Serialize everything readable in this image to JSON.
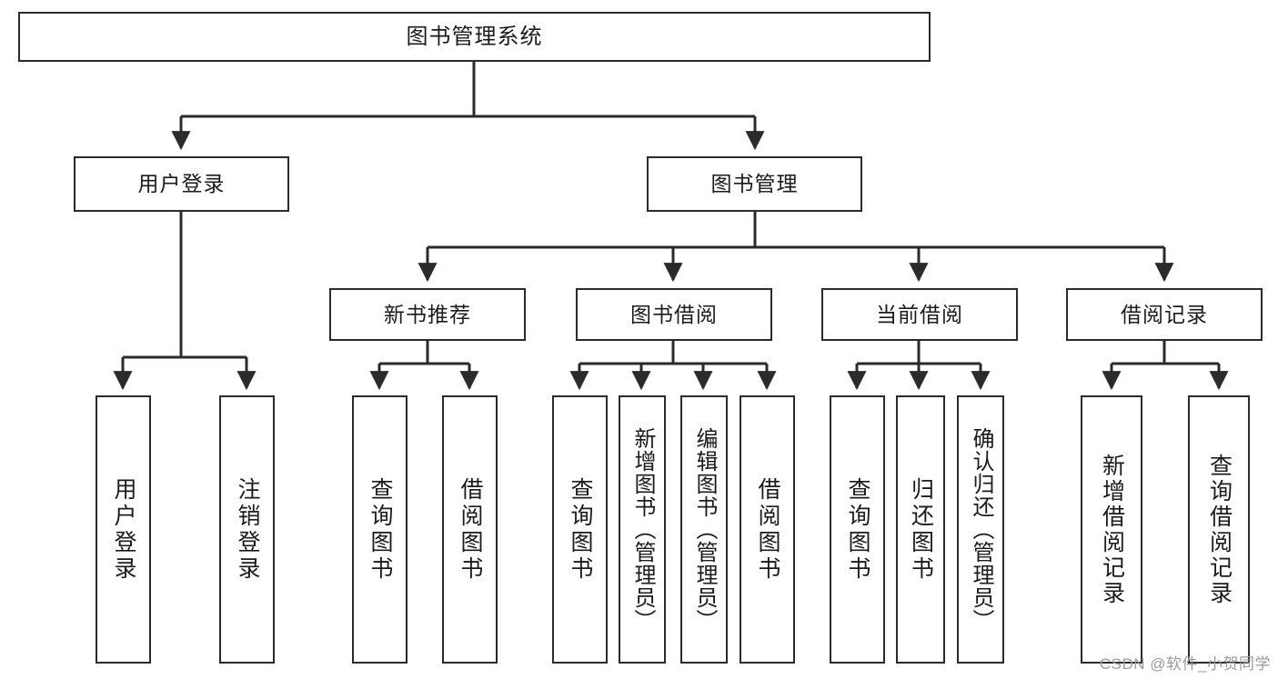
{
  "diagram": {
    "title": "图书管理系统",
    "type": "tree-hierarchy-chart",
    "stroke_color": "#2b2b2b",
    "fill_color": "#ffffff",
    "text_color": "#1b1b1b"
  },
  "nodes": {
    "root": {
      "label": "图书管理系统"
    },
    "level2": [
      {
        "label": "用户登录"
      },
      {
        "label": "图书管理"
      }
    ],
    "level3": [
      {
        "label": "新书推荐"
      },
      {
        "label": "图书借阅"
      },
      {
        "label": "当前借阅"
      },
      {
        "label": "借阅记录"
      }
    ],
    "leaves": {
      "user_login": [
        {
          "label": "用户登录"
        },
        {
          "label": "注销登录"
        }
      ],
      "new_book_recommend": [
        {
          "label": "查询图书"
        },
        {
          "label": "借阅图书"
        }
      ],
      "book_borrow": [
        {
          "label": "查询图书"
        },
        {
          "label": "新增图书（管理员）"
        },
        {
          "label": "编辑图书（管理员）"
        },
        {
          "label": "借阅图书"
        }
      ],
      "current_borrow": [
        {
          "label": "查询图书"
        },
        {
          "label": "归还图书"
        },
        {
          "label": "确认归还（管理员）"
        }
      ],
      "borrow_record": [
        {
          "label": "新增借阅记录"
        },
        {
          "label": "查询借阅记录"
        }
      ]
    }
  },
  "watermark": {
    "text": "CSDN @软件_小贺同学"
  }
}
